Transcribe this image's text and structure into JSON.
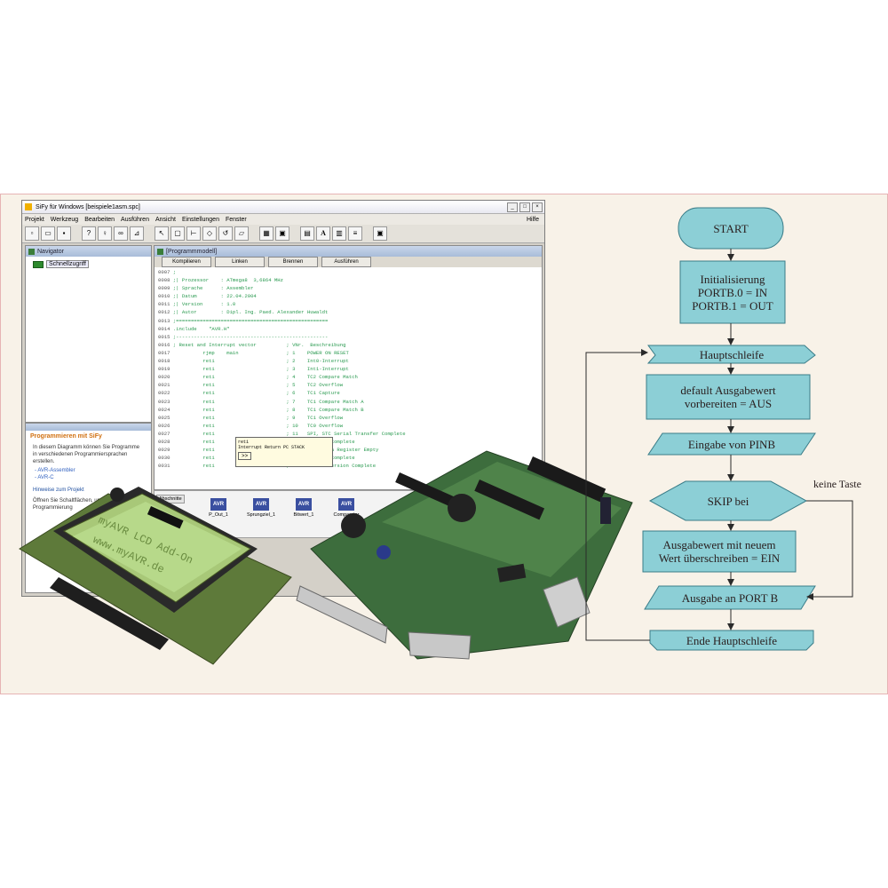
{
  "app": {
    "window_title": "SiFy für Windows [beispiele1asm.spc]",
    "menu": [
      "Projekt",
      "Werkzeug",
      "Bearbeiten",
      "Ausführen",
      "Ansicht",
      "Einstellungen",
      "Fenster"
    ],
    "help_menu": "Hilfe",
    "navigator": {
      "title": "Navigator",
      "tree_item": "Schnellzugriff"
    },
    "help_pane": {
      "title": "Programmieren mit SiFy",
      "text": "In diesem Diagramm können Sie Programme in verschiedenen Programmiersprachen erstellen.",
      "links": [
        "- AVR-Assembler",
        "- AVR-C"
      ],
      "subheading": "Hinweise zum Projekt",
      "subtext": "Öffnen Sie Schaltflächen, um Ihre Programmierung"
    },
    "editor": {
      "title": "[Programmmodell]",
      "tabs": [
        "Kompilieren",
        "Linken",
        "Brennen",
        "Ausführen"
      ],
      "code_lines": [
        {
          "n": "0007",
          "t": ";  "
        },
        {
          "n": "0008",
          "t": ";| Prozessor    : ATmega8  3,6864 MHz"
        },
        {
          "n": "0009",
          "t": ";| Sprache      : Assembler"
        },
        {
          "n": "0010",
          "t": ";| Datum        : 22.04.2004"
        },
        {
          "n": "0011",
          "t": ";| Version      : 1.0"
        },
        {
          "n": "0012",
          "t": ";| Autor        : Dipl. Ing. Paed. Alexander Huwaldt"
        },
        {
          "n": "0013",
          "t": ";==================================================="
        },
        {
          "n": "0014",
          "t": ".include    \"AVR.H\""
        },
        {
          "n": "0015",
          "t": ";---------------------------------------------------"
        },
        {
          "n": "0016",
          "t": "; Reset and Interrupt vector          ; VNr.  Beschreibung"
        },
        {
          "n": "0017",
          "t": "          rjmp    main                ; 1    POWER ON RESET"
        },
        {
          "n": "0018",
          "t": "          reti                        ; 2    Int0-Interrupt"
        },
        {
          "n": "0019",
          "t": "          reti                        ; 3    Int1-Interrupt"
        },
        {
          "n": "0020",
          "t": "          reti                        ; 4    TC2 Compare Match"
        },
        {
          "n": "0021",
          "t": "          reti                        ; 5    TC2 Overflow"
        },
        {
          "n": "0022",
          "t": "          reti                        ; 6    TC1 Capture"
        },
        {
          "n": "0023",
          "t": "          reti                        ; 7    TC1 Compare Match A"
        },
        {
          "n": "0024",
          "t": "          reti                        ; 8    TC1 Compare Match B"
        },
        {
          "n": "0025",
          "t": "          reti                        ; 9    TC1 Overflow"
        },
        {
          "n": "0026",
          "t": "          reti                        ; 10   TC0 Overflow"
        },
        {
          "n": "0027",
          "t": "          reti                        ; 11   SPI, STC Serial Transfer Complete"
        },
        {
          "n": "0028",
          "t": "          reti                        ; 12   UART Rx Complete"
        },
        {
          "n": "0029",
          "t": "          reti                        ; 13   UART Data Register Empty"
        },
        {
          "n": "0030",
          "t": "          reti                        ; 14   UART Tx Complete"
        },
        {
          "n": "0031",
          "t": "          reti                        ; 15   ADC Conversion Complete"
        }
      ],
      "tooltip_line1": "reti",
      "tooltip_line2": "Interrupt Return PC STACK",
      "tooltip_button": ">>"
    },
    "blocks": [
      {
        "icon": "AVR",
        "label": "P_Out_1"
      },
      {
        "icon": "AVR",
        "label": "Sprungziel_1"
      },
      {
        "icon": "AVR",
        "label": "Bitwert_1"
      },
      {
        "icon": "AVR",
        "label": "Comparator"
      }
    ],
    "blocks_tab": "Abschnitte"
  },
  "lcd": {
    "line1": "myAVR LCD Add-On",
    "line2": "www.myAVR.de"
  },
  "flowchart": {
    "nodes": {
      "start": "START",
      "init": [
        "Initialisierung",
        "PORTB.0 = IN",
        "PORTB.1 = OUT"
      ],
      "loop": "Hauptschleife",
      "default": [
        "default Ausgabewert",
        "vorbereiten = AUS"
      ],
      "input": "Eingabe von PINB",
      "skip": "SKIP bei",
      "overwrite": [
        "Ausgabewert mit neuem",
        "Wert überschreiben = EIN"
      ],
      "output": "Ausgabe an PORT B",
      "end": "Ende Hauptschleife"
    },
    "edge_label": "keine Taste",
    "fill_color": "#8ccfd6",
    "stroke_color": "#3a7c88"
  }
}
